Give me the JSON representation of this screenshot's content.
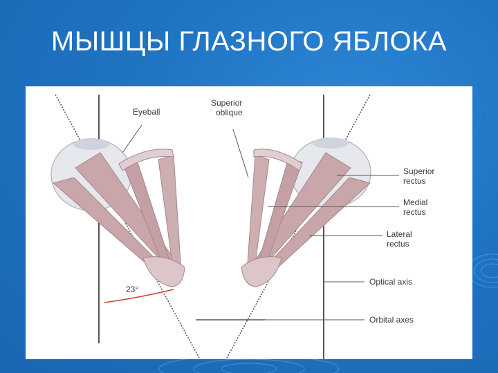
{
  "slide": {
    "title": "МЫШЦЫ ГЛАЗНОГО ЯБЛОКА"
  },
  "diagram": {
    "labels": {
      "eyeball": "Eyeball",
      "superior_oblique": [
        "Superior",
        "oblique"
      ],
      "superior_rectus": [
        "Superior",
        "rectus"
      ],
      "medial_rectus": [
        "Medial",
        "rectus"
      ],
      "lateral_rectus": [
        "Lateral",
        "rectus"
      ],
      "optical_axis": "Optical axis",
      "orbital_axes": "Orbital axes",
      "angle": "23°"
    }
  },
  "colors": {
    "background": "#1f73c1",
    "muscle": "#c9a6aa",
    "angle_arc": "#d23a2e"
  }
}
